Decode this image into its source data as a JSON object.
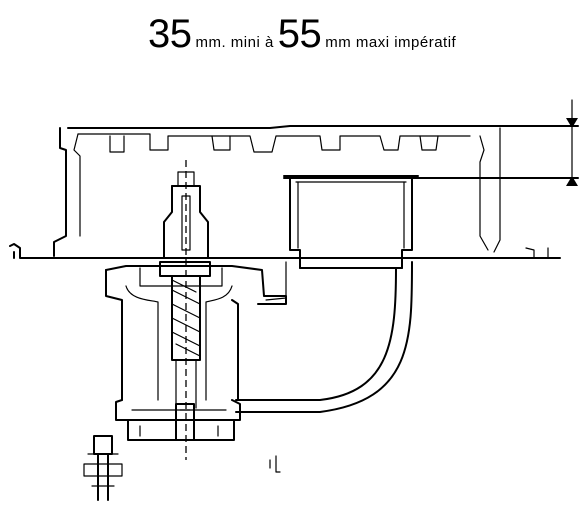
{
  "caption": {
    "min_value": "35",
    "min_text": "mm. mini à",
    "max_value": "55",
    "max_text": "mm maxi impératif"
  }
}
